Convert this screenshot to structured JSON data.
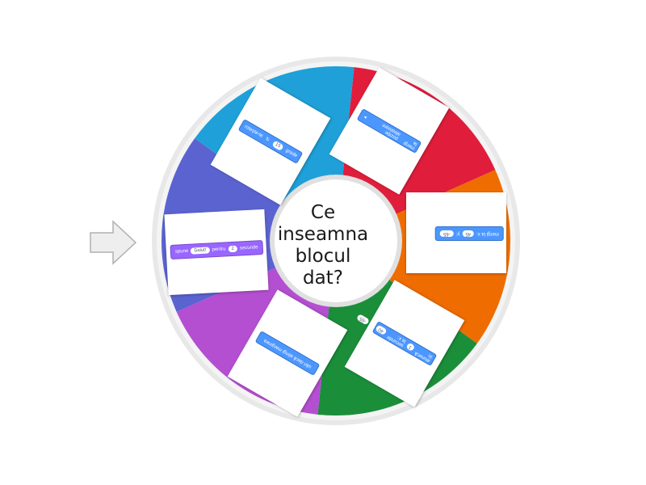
{
  "center_label": "Ce inseamna blocul dat?",
  "segments": [
    {
      "color": "#e01e3c"
    },
    {
      "color": "#ef6c00"
    },
    {
      "color": "#1b8e3a"
    },
    {
      "color": "#b44fd1"
    },
    {
      "color": "#5b63d1"
    },
    {
      "color": "#1fa0d8"
    }
  ],
  "cards": {
    "turn": {
      "text": "rotește-te",
      "value": "15",
      "unit": "grade"
    },
    "goto_position": {
      "text": "mergi la",
      "option": "poziție aleatoare"
    },
    "goto_xy": {
      "text": "mergi la x:",
      "x": "45",
      "y_label": "y:",
      "y": "-65"
    },
    "glide": {
      "text": "alunecă în",
      "secs": "1",
      "mid": "secunde la x:",
      "x": "40",
      "y_label": "y:",
      "y": "-65"
    },
    "bounce": {
      "text": "sări dacă atingi marginea"
    },
    "say": {
      "text": "spune",
      "message": "Salut!",
      "for": "pentru",
      "secs": "2",
      "unit": "secunde"
    }
  }
}
